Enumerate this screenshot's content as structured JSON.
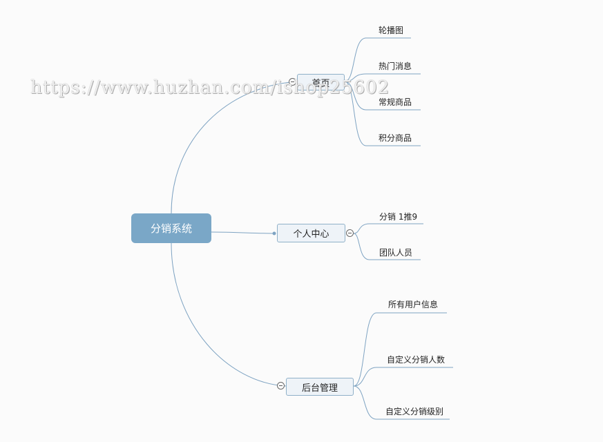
{
  "root": {
    "label": "分销系统"
  },
  "branches": [
    {
      "label": "首页",
      "children": [
        "轮播图",
        "热门消息",
        "常规商品",
        "积分商品"
      ]
    },
    {
      "label": "个人中心",
      "children": [
        "分销 1推9",
        "团队人员"
      ]
    },
    {
      "label": "后台管理",
      "children": [
        "所有用户信息",
        "自定义分销人数",
        "自定义分销级别"
      ]
    }
  ],
  "watermark": "https://www.huzhan.com/ishop25602",
  "colors": {
    "root_fill": "#7aa7c7",
    "line": "#7ea3c2",
    "branch_fill": "#eef3f8",
    "background": "#fbfbfb"
  }
}
